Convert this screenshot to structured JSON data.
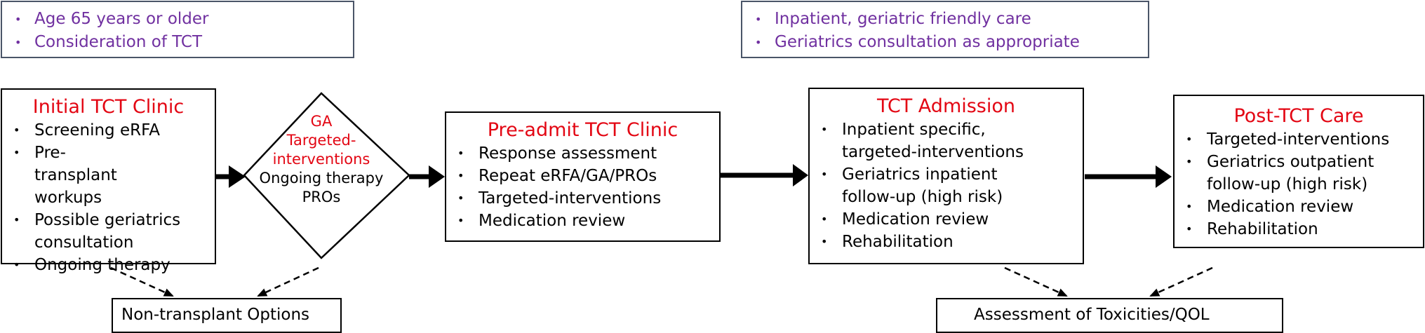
{
  "top_notes": {
    "left": [
      "Age 65 years or older",
      "Consideration of TCT"
    ],
    "right": [
      "Inpatient, geriatric friendly care",
      "Geriatrics consultation as appropriate"
    ]
  },
  "initial_clinic": {
    "title": "Initial TCT Clinic",
    "items": [
      "Screening eRFA",
      "Pre-transplant workups",
      "Possible geriatrics consultation",
      "Ongoing therapy"
    ]
  },
  "diamond": {
    "red_lines": [
      "GA",
      "Targeted-",
      "interventions"
    ],
    "black_lines": [
      "Ongoing therapy",
      "PROs"
    ]
  },
  "preadmit_clinic": {
    "title": "Pre-admit TCT Clinic",
    "items": [
      "Response assessment",
      "Repeat eRFA/GA/PROs",
      "Targeted-interventions",
      "Medication review"
    ]
  },
  "admission": {
    "title": "TCT Admission",
    "items": [
      "Inpatient specific, targeted-interventions",
      "Geriatrics inpatient follow-up (high risk)",
      "Medication review",
      "Rehabilitation"
    ]
  },
  "post_care": {
    "title": "Post-TCT Care",
    "items": [
      "Targeted-interventions",
      "Geriatrics outpatient follow-up (high risk)",
      "Medication review",
      "Rehabilitation"
    ]
  },
  "bottom_boxes": {
    "left": "Non-transplant Options",
    "right": "Assessment of Toxicities/QOL"
  },
  "colors": {
    "title_red": "#e30613",
    "note_purple": "#7030a0",
    "note_border": "#4a5568"
  }
}
